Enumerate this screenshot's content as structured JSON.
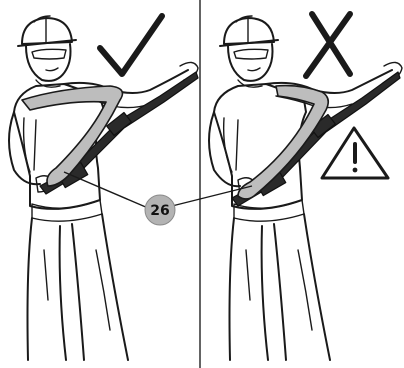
{
  "callout": {
    "label": "26"
  },
  "panels": [
    {
      "id": "correct",
      "mark": "check-mark-icon"
    },
    {
      "id": "incorrect",
      "mark": "x-mark-icon",
      "warning": "warning-triangle-icon"
    }
  ],
  "colors": {
    "ink": "#1a1a1a",
    "strap_fill": "#bdbdbd",
    "callout_fill": "#b3b3b3",
    "divider": "#222222"
  }
}
